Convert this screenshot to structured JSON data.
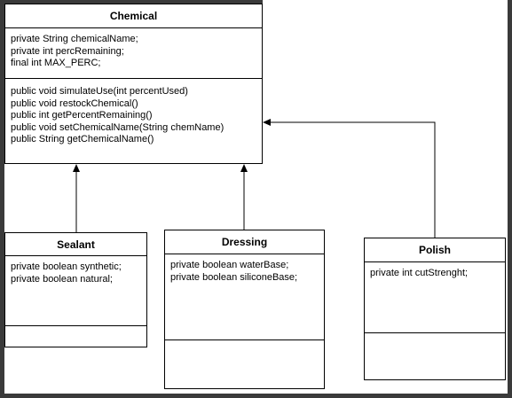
{
  "classes": {
    "chemical": {
      "name": "Chemical",
      "attributes": [
        "private String chemicalName;",
        "private int percRemaining;",
        "final int MAX_PERC;"
      ],
      "methods": [
        "public void simulateUse(int percentUsed)",
        "public void restockChemical()",
        "public int getPercentRemaining()",
        "public void setChemicalName(String chemName)",
        "public String getChemicalName()"
      ]
    },
    "sealant": {
      "name": "Sealant",
      "attributes": [
        "private boolean synthetic;",
        "private boolean natural;"
      ],
      "methods": []
    },
    "dressing": {
      "name": "Dressing",
      "attributes": [
        "private boolean waterBase;",
        "private boolean siliconeBase;"
      ],
      "methods": []
    },
    "polish": {
      "name": "Polish",
      "attributes": [
        "private int cutStrenght;"
      ],
      "methods": []
    }
  },
  "relationships": [
    {
      "from": "Sealant",
      "to": "Chemical",
      "type": "inheritance"
    },
    {
      "from": "Dressing",
      "to": "Chemical",
      "type": "inheritance"
    },
    {
      "from": "Polish",
      "to": "Chemical",
      "type": "inheritance"
    }
  ],
  "colors": {
    "line": "#000000",
    "frame": "#3a3a3a",
    "background": "#ffffff"
  }
}
